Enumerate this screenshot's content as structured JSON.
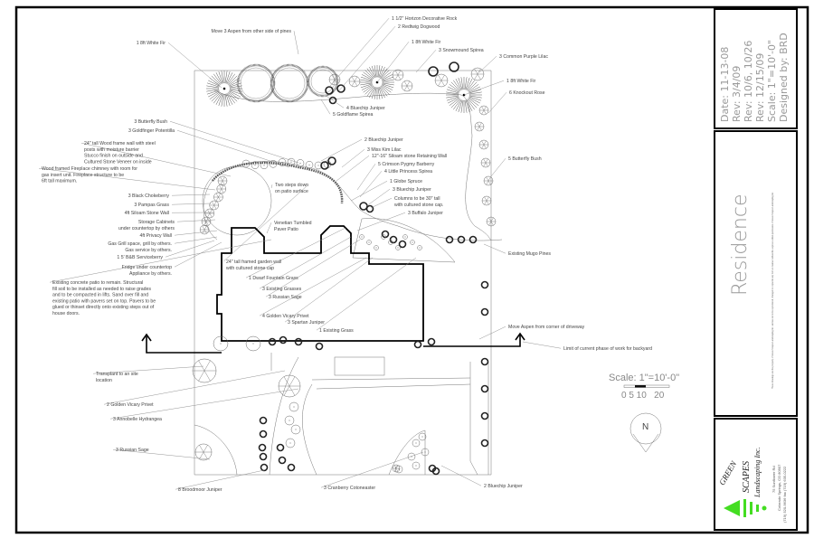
{
  "title_block": {
    "date": "Date: 11-13-08",
    "rev1": "Rev: 3/4/09",
    "rev2": "Rev: 10/6, 10/26",
    "rev3": "Rev: 12/15/09",
    "scale": "Scale: 1\"=10'-0\"",
    "designer": "Designed by: BRD",
    "project": "Residence",
    "disclaimer": "These drawings are the property of Green Scapes Landscaping Inc. and are not to be reproduced, changed or copied in any form or manner without the express written permission of Green Scapes Landscaping Inc.",
    "company_line1": "GREEN",
    "company_line2": "SCAPES",
    "company_line3": "Landscaping Inc.",
    "address1": "75 Sunflower Rd",
    "address2": "Colorado Springs, CO 80907",
    "phone": "(719) 520-9636 fax (719) 635-0222",
    "logo_color": "#44dd22"
  },
  "scale_bar": {
    "label": "Scale: 1\"=10'-0\"",
    "ticks": "0 5 10   20"
  },
  "north_arrow": "N",
  "labels": [
    {
      "lines": [
        "Move 3 Aspen from other side of pines"
      ]
    },
    {
      "lines": [
        "1 8ft White Fir"
      ]
    },
    {
      "lines": [
        "3 Butterfly Bush"
      ]
    },
    {
      "lines": [
        "3 Goldfinger Potentilla"
      ]
    },
    {
      "lines": [
        "24\" tall Wood frame wall with steel",
        "posts with moisture barrier",
        "Stucco finish on outside and",
        "Cultured Stone Veneer on inside"
      ]
    },
    {
      "lines": [
        "Wood framed Fireplace chimney with room for",
        "gas insert unit.  Fireplace structure to be",
        "6ft tall maximum."
      ]
    },
    {
      "lines": [
        "3 Black Chokeberry"
      ]
    },
    {
      "lines": [
        "3 Pampas Grass"
      ]
    },
    {
      "lines": [
        "4ft Siloam Stone Wall"
      ]
    },
    {
      "lines": [
        "Storage Cabinets",
        "under countertop by others"
      ]
    },
    {
      "lines": [
        "4ft Privacy Wall"
      ]
    },
    {
      "lines": [
        "Gas Grill space, grill by others.",
        "Gas service by others."
      ]
    },
    {
      "lines": [
        "1 5' B&B Serviceberry"
      ]
    },
    {
      "lines": [
        "Fridge under countertop",
        "Appliance by others."
      ]
    },
    {
      "lines": [
        "Existing concrete patio to remain.  Structural",
        "fill soil to be installed as needed to raise grades",
        "and to be compacted in lifts.  Sand over fill and",
        "existing patio with pavers set on top.  Pavers to be",
        "glued or thinset directly onto existing steps out of",
        "house doors."
      ]
    },
    {
      "lines": [
        "Transplant to an site",
        "location"
      ]
    },
    {
      "lines": [
        "2 Golden Vicary Privet"
      ]
    },
    {
      "lines": [
        "3 Annobelle Hydrangea"
      ]
    },
    {
      "lines": [
        "3 Russian Sage"
      ]
    },
    {
      "lines": [
        "8 Broodmoor Juniper"
      ]
    },
    {
      "lines": [
        "3 Cranberry Cotoneaster"
      ]
    },
    {
      "lines": [
        "2 Bluechip Juniper"
      ]
    },
    {
      "lines": [
        "1 1/2\" Horizon Decorative Rock"
      ]
    },
    {
      "lines": [
        "2 Redtwig Dogwood"
      ]
    },
    {
      "lines": [
        "1 8ft White Fir"
      ]
    },
    {
      "lines": [
        "3 Snowmound Spirea"
      ]
    },
    {
      "lines": [
        "3 Common Purple Lilac"
      ]
    },
    {
      "lines": [
        "1 8ft White Fir"
      ]
    },
    {
      "lines": [
        "6 Knockout Rose"
      ]
    },
    {
      "lines": [
        "4 Bluechip Juniper"
      ]
    },
    {
      "lines": [
        "5 Goldflame Spirea"
      ]
    },
    {
      "lines": [
        "2 Bluechip Juniper"
      ]
    },
    {
      "lines": [
        "3 Miss Kim Lilac"
      ]
    },
    {
      "lines": [
        "12\"-16\" Siloam stone Retaining Wall"
      ]
    },
    {
      "lines": [
        "5 Crimson Pygmy Barberry"
      ]
    },
    {
      "lines": [
        "4 Little Princess Spirea"
      ]
    },
    {
      "lines": [
        "1 Globe Spruce"
      ]
    },
    {
      "lines": [
        "3 Bluechip Juniper"
      ]
    },
    {
      "lines": [
        "Columns to be 30\" tall",
        "with cultured stone cap."
      ]
    },
    {
      "lines": [
        "3 Buffalo Juniper"
      ]
    },
    {
      "lines": [
        "Two steps down",
        "on patio surface"
      ]
    },
    {
      "lines": [
        "Venetian Tumbled",
        "Paver Patio"
      ]
    },
    {
      "lines": [
        "24\" tall framed garden wall",
        "with cultured stone cap"
      ]
    },
    {
      "lines": [
        "1 Dwarf Fountain Grass"
      ]
    },
    {
      "lines": [
        "3 Existing Grasses"
      ]
    },
    {
      "lines": [
        "3 Russian Sage"
      ]
    },
    {
      "lines": [
        "4 Golden Vicary Privet"
      ]
    },
    {
      "lines": [
        "3 Spartan Juniper"
      ]
    },
    {
      "lines": [
        "1 Existing Grass"
      ]
    },
    {
      "lines": [
        "5 Butterfly Bush"
      ]
    },
    {
      "lines": [
        "Existing Mugo Pines"
      ]
    },
    {
      "lines": [
        "Move Aspen from corner of driveway"
      ]
    },
    {
      "lines": [
        "Limit of current phase of work for backyard"
      ]
    }
  ]
}
